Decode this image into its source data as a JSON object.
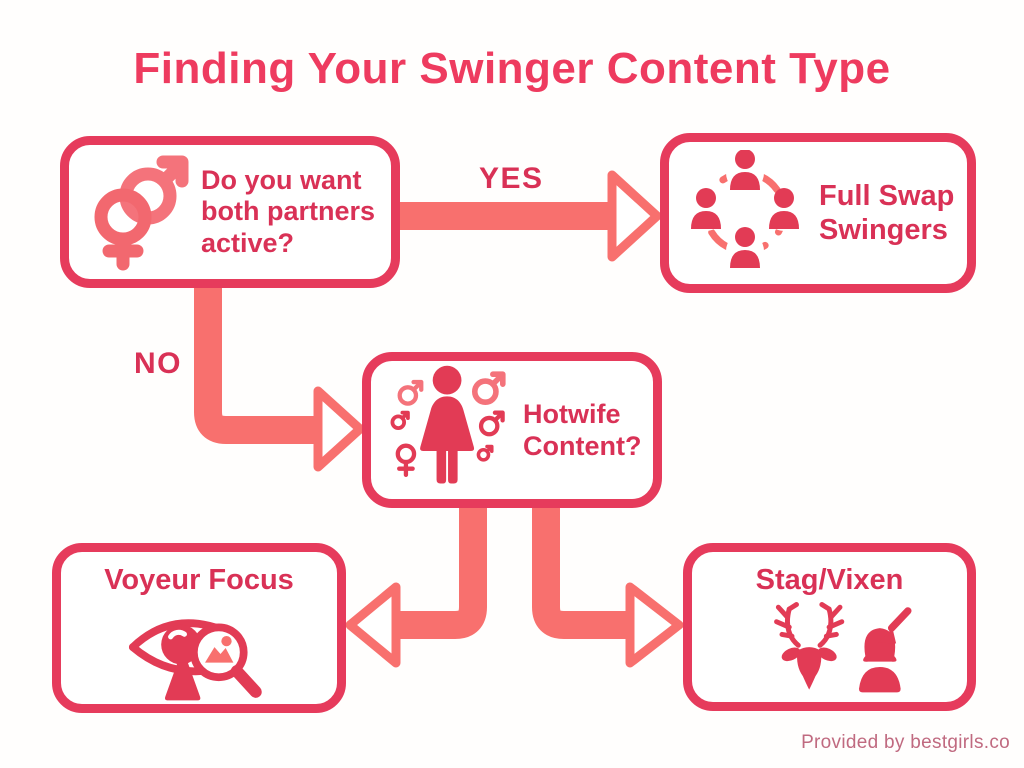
{
  "title": "Finding Your Swinger Content Type",
  "labels": {
    "yes": "YES",
    "no": "NO"
  },
  "nodes": {
    "decision": {
      "label": "Do you want both partners active?",
      "icon": "male-female-symbols-icon"
    },
    "full_swap": {
      "label": "Full Swap Swingers",
      "icon": "people-circle-icon"
    },
    "hotwife": {
      "label": "Hotwife Content?",
      "icon": "woman-male-symbols-icon"
    },
    "voyeur": {
      "label": "Voyeur Focus",
      "icon": "eye-magnifier-photo-icon"
    },
    "stag_vixen": {
      "label": "Stag/Vixen",
      "icon": "stag-head-woman-arrow-icon"
    }
  },
  "edges": [
    {
      "from": "decision",
      "to": "full_swap",
      "label": "YES"
    },
    {
      "from": "decision",
      "to": "hotwife",
      "label": "NO"
    },
    {
      "from": "hotwife",
      "to": "voyeur",
      "label": ""
    },
    {
      "from": "hotwife",
      "to": "stag_vixen",
      "label": ""
    }
  ],
  "footer": "Provided by bestgirls.co",
  "colors": {
    "box_border": "#e63b5c",
    "box_text": "#d93156",
    "title_text": "#ee3b5f",
    "arrow": "#f8706e",
    "icon_crimson": "#e23b55",
    "icon_coral": "#f4737b",
    "footer_text": "#c06a80",
    "background": "#fffefd"
  }
}
